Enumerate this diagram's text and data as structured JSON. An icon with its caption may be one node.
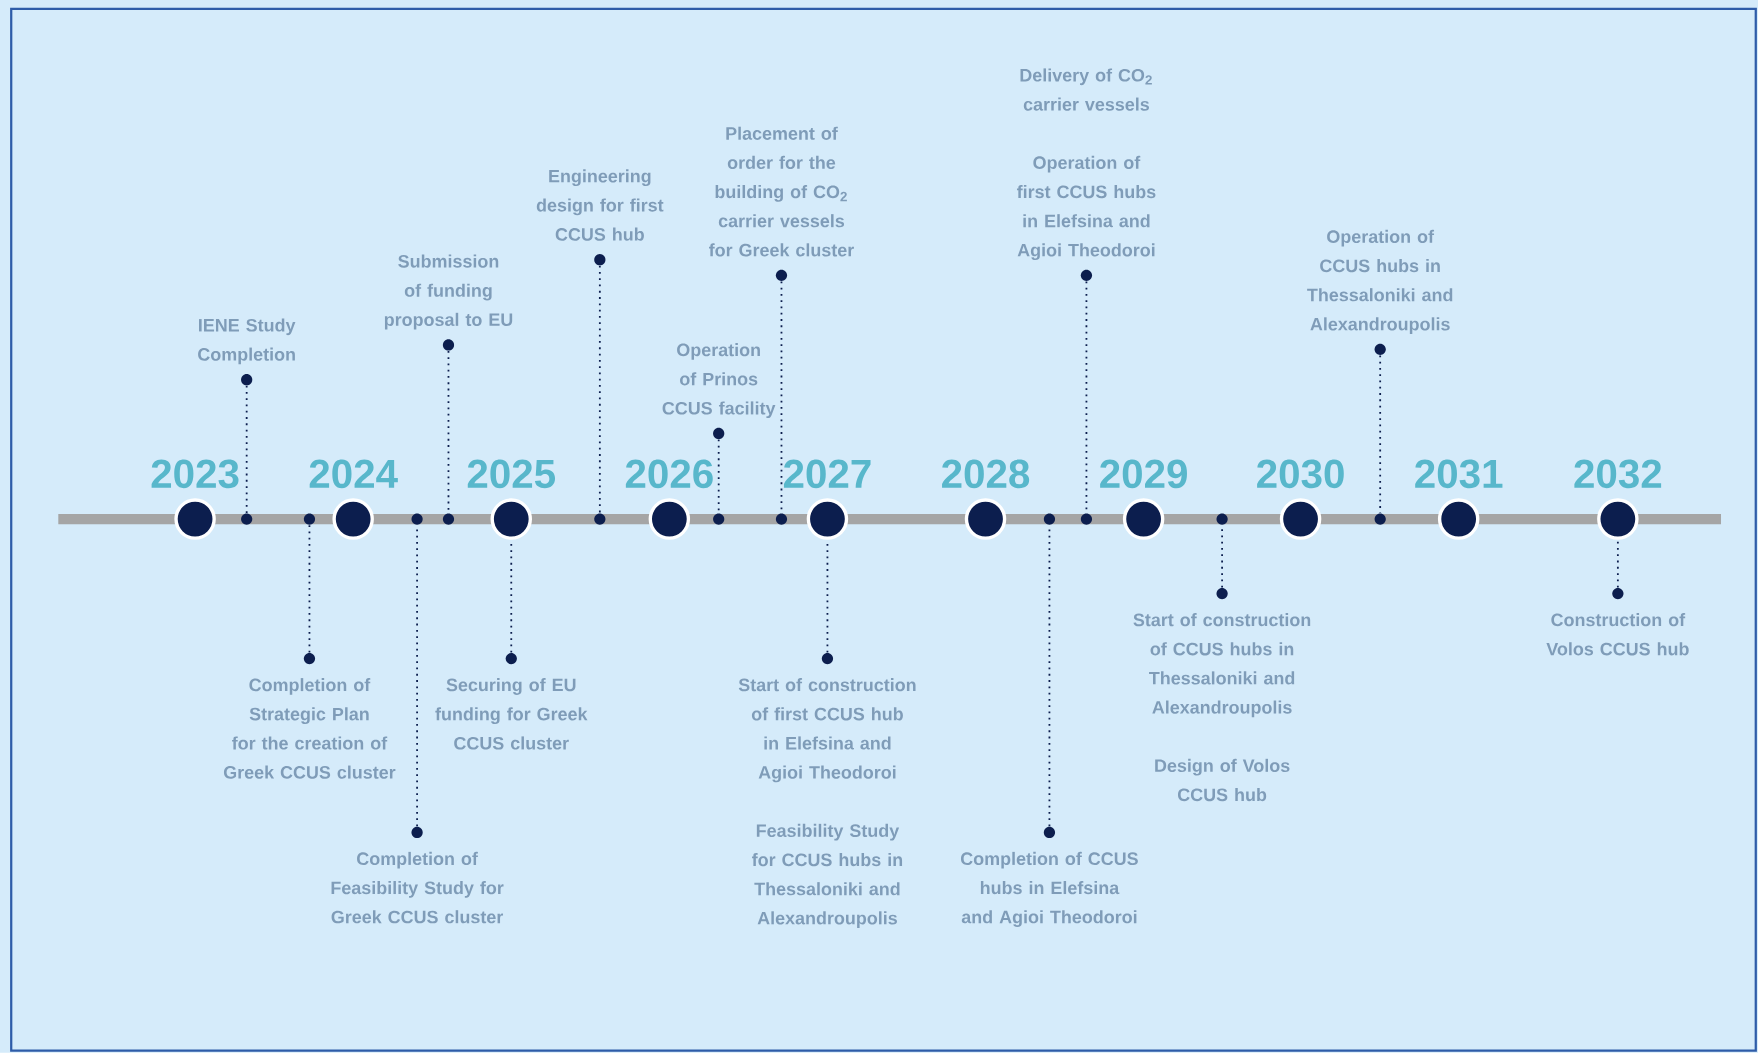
{
  "diagram": {
    "nodes": [
      {
        "text": [
          "2023"
        ]
      },
      {
        "text": [
          "2024"
        ]
      },
      {
        "text": [
          "2025"
        ]
      },
      {
        "text": [
          "2026"
        ]
      },
      {
        "text": [
          "2027"
        ]
      },
      {
        "text": [
          "2028"
        ]
      },
      {
        "text": [
          "2029"
        ]
      },
      {
        "text": [
          "2030"
        ]
      },
      {
        "text": [
          "2031"
        ]
      },
      {
        "text": [
          "2032"
        ]
      },
      {
        "text": [],
        "shape": "circle"
      },
      {
        "text": [],
        "shape": "circle"
      },
      {
        "text": [],
        "shape": "circle"
      },
      {
        "text": [],
        "shape": "circle"
      },
      {
        "text": [],
        "shape": "circle"
      },
      {
        "text": [],
        "shape": "circle"
      },
      {
        "text": [],
        "shape": "circle"
      },
      {
        "text": [],
        "shape": "circle"
      },
      {
        "text": [],
        "shape": "circle"
      },
      {
        "text": [],
        "shape": "circle"
      },
      {
        "text": [],
        "shape": "circle"
      },
      {
        "text": [
          "IENE Study Completion"
        ]
      },
      {
        "text": [
          "Submission of funding proposal to EU"
        ]
      },
      {
        "text": [
          "Engineering design for first CCUS hub"
        ]
      },
      {
        "text": [
          "Operation of Prinos CCUS facility"
        ]
      },
      {
        "text": [
          "Placement of order for the building of CO$_{2}$ carrier vessels for Greek cluster"
        ]
      },
      {
        "text": [
          "Delivery of CO$_{2}$ carrier vessels",
          "Operation of first CCUS hubs in Elefsina and Agioi Theodoroi"
        ]
      },
      {
        "text": [
          "Operation of CCUS hubs in Thessaloniki and Alexandroupolis"
        ]
      },
      {
        "text": [
          "Completion of Strategic Plan for the creation of Greek CCUS cluster"
        ]
      },
      {
        "text": [
          "Completion of Feasibility Study for Greek CCUS cluster"
        ]
      },
      {
        "text": [
          "Securing of EU funding for Greek CCUS cluster"
        ]
      },
      {
        "text": [
          "Start of construction of first CCUS hub in Elefsina and Agioi Theodoroi",
          "Feasibility Study for CCUS hubs in Thessaloniki and Alexandroupolis"
        ]
      },
      {
        "text": [
          "Completion of CCUS hubs in Elefsina and Agioi Theodoroi"
        ]
      },
      {
        "text": [
          "Start of construction of CCUS hubs in Thessaloniki and Alexandroupolis",
          "Design of Volos CCUS hub"
        ]
      },
      {
        "text": [
          "Construction of Volos CCUS hub"
        ]
      }
    ],
    "edges": [
      {
        "from": 21,
        "to": 10,
        "arrow": "none"
      },
      {
        "from": 22,
        "to": 13,
        "arrow": "none"
      },
      {
        "from": 23,
        "to": 14,
        "arrow": "none"
      },
      {
        "from": 24,
        "to": 15,
        "arrow": "none"
      },
      {
        "from": 25,
        "to": 16,
        "arrow": "none"
      },
      {
        "from": 26,
        "to": 18,
        "arrow": "none"
      },
      {
        "from": 27,
        "to": 20,
        "arrow": "none"
      },
      {
        "from": 28,
        "to": 11,
        "arrow": "none"
      },
      {
        "from": 29,
        "to": 12,
        "arrow": "none"
      },
      {
        "from": 30,
        "to": 2,
        "arrow": "none"
      },
      {
        "from": 31,
        "to": 4,
        "arrow": "none"
      },
      {
        "from": 32,
        "to": 17,
        "arrow": "none"
      },
      {
        "from": 33,
        "to": 19,
        "arrow": "none"
      },
      {
        "from": 34,
        "to": 9,
        "arrow": "none"
      }
    ]
  }
}
